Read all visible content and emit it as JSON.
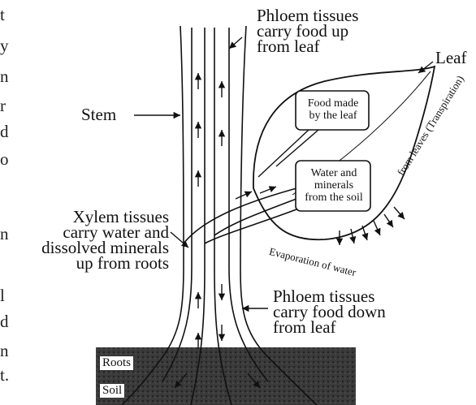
{
  "labels": {
    "phloem_up": [
      "Phloem tissues",
      "carry food up",
      "from leaf"
    ],
    "leaf": "Leaf",
    "stem": "Stem",
    "food_box": [
      "Food made",
      "by the leaf"
    ],
    "water_box": [
      "Water and",
      "minerals",
      "from the soil"
    ],
    "transpiration": "(Transpiration)",
    "from_leaves": "from leaves",
    "evaporation": "Evaporation of water",
    "xylem": [
      "Xylem tissues",
      "carry water and",
      "dissolved minerals",
      "up from roots"
    ],
    "phloem_down": [
      "Phloem tissues",
      "carry food down",
      "from leaf"
    ],
    "roots": "Roots",
    "soil": "Soil"
  },
  "margin_text": [
    "t",
    "y",
    "n",
    "r",
    "d",
    "o",
    "n",
    "l",
    "d",
    "n",
    "t."
  ],
  "colors": {
    "ink": "#111111",
    "soil": "#2a2a2a",
    "paper": "#ffffff"
  }
}
